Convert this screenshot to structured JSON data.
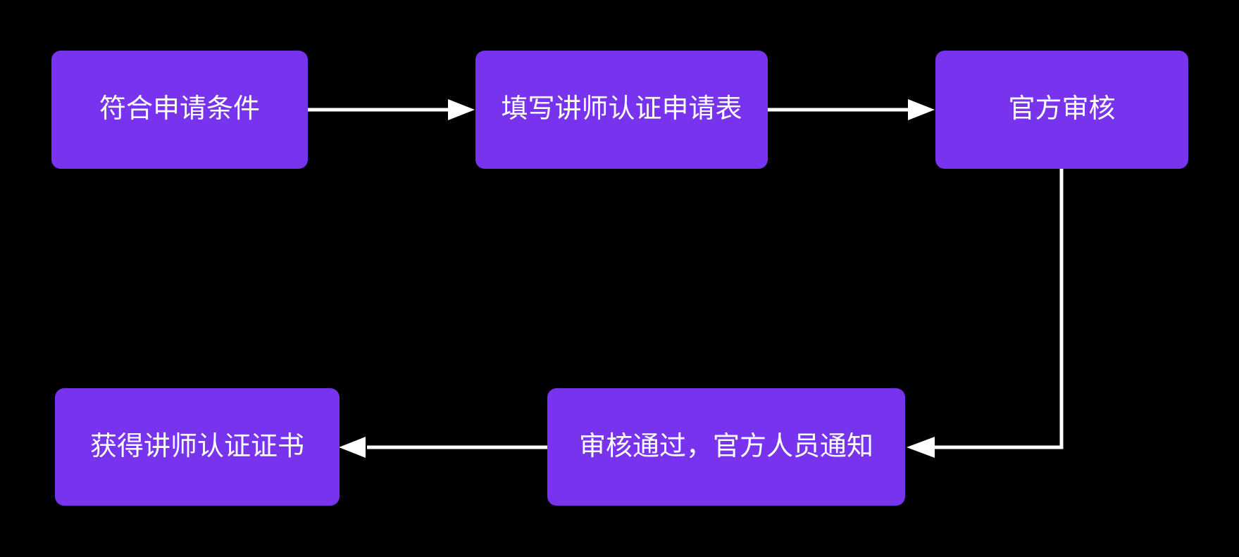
{
  "diagram": {
    "type": "flowchart",
    "background_color": "#000000",
    "node_fill_color": "#7733ee",
    "node_text_color": "#ffffff",
    "connector_color": "#ffffff"
  },
  "nodes": [
    {
      "id": "step1",
      "label": "符合申请条件"
    },
    {
      "id": "step2",
      "label": "填写讲师认证申请表"
    },
    {
      "id": "step3",
      "label": "官方审核"
    },
    {
      "id": "step4",
      "label": "审核通过，官方人员通知"
    },
    {
      "id": "step5",
      "label": "获得讲师认证证书"
    }
  ],
  "edges": [
    {
      "from": "step1",
      "to": "step2",
      "shape": "straight-right"
    },
    {
      "from": "step2",
      "to": "step3",
      "shape": "straight-right"
    },
    {
      "from": "step3",
      "to": "step4",
      "shape": "elbow-down-left"
    },
    {
      "from": "step4",
      "to": "step5",
      "shape": "straight-left"
    }
  ]
}
